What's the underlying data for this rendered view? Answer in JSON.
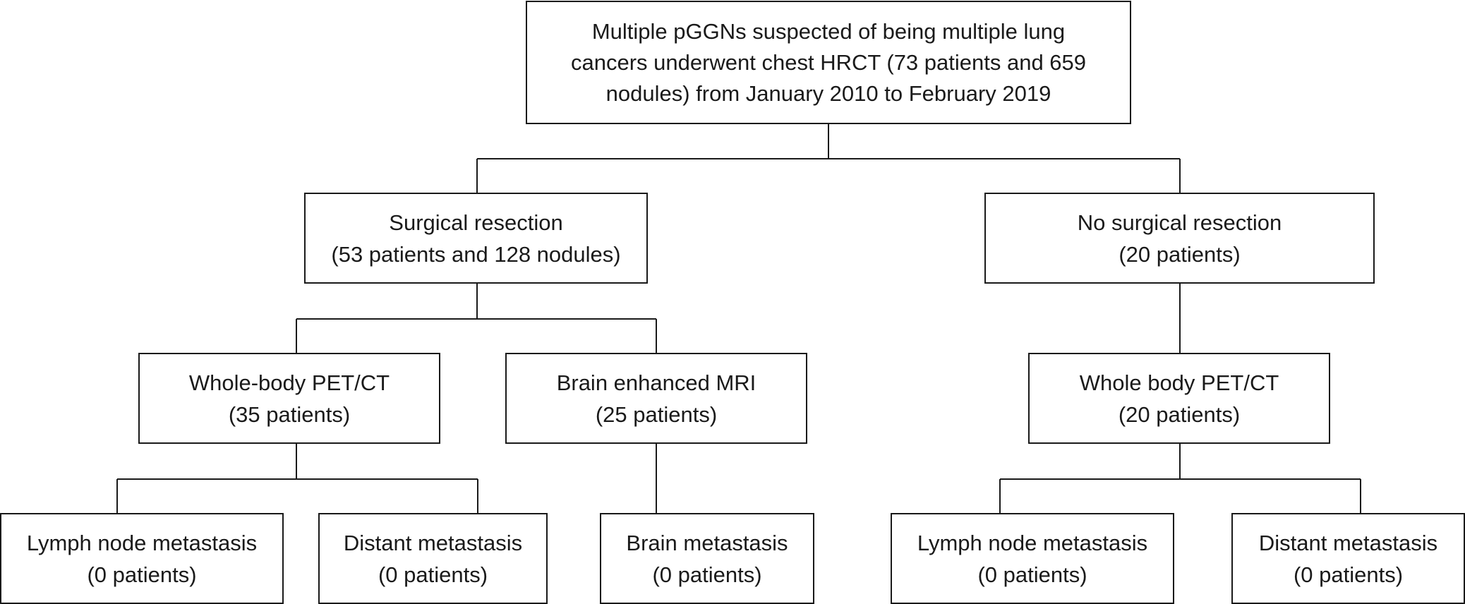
{
  "top": {
    "lines": [
      "Multiple pGGNs suspected of being multiple lung",
      "cancers underwent chest HRCT (73 patients and  659",
      "nodules) from January 2010 to February 2019"
    ]
  },
  "surgical": {
    "title": "Surgical resection",
    "detail": "(53 patients and 128 nodules)"
  },
  "no_surgical": {
    "title": "No surgical resection",
    "detail": "(20 patients)"
  },
  "surgical_children": {
    "pet": {
      "title": "Whole-body PET/CT",
      "detail": "(35 patients)"
    },
    "mri": {
      "title": "Brain enhanced MRI",
      "detail": "(25 patients)"
    }
  },
  "no_surgical_children": {
    "pet": {
      "title": "Whole body PET/CT",
      "detail": "(20 patients)"
    }
  },
  "outcomes": {
    "lymph_1": {
      "title": "Lymph node metastasis",
      "detail": "(0 patients)"
    },
    "distant_1": {
      "title": "Distant metastasis",
      "detail": "(0 patients)"
    },
    "brain": {
      "title": "Brain metastasis",
      "detail": "(0 patients)"
    },
    "lymph_2": {
      "title": "Lymph node metastasis",
      "detail": "(0 patients)"
    },
    "distant_2": {
      "title": "Distant metastasis",
      "detail": "(0 patients)"
    }
  }
}
